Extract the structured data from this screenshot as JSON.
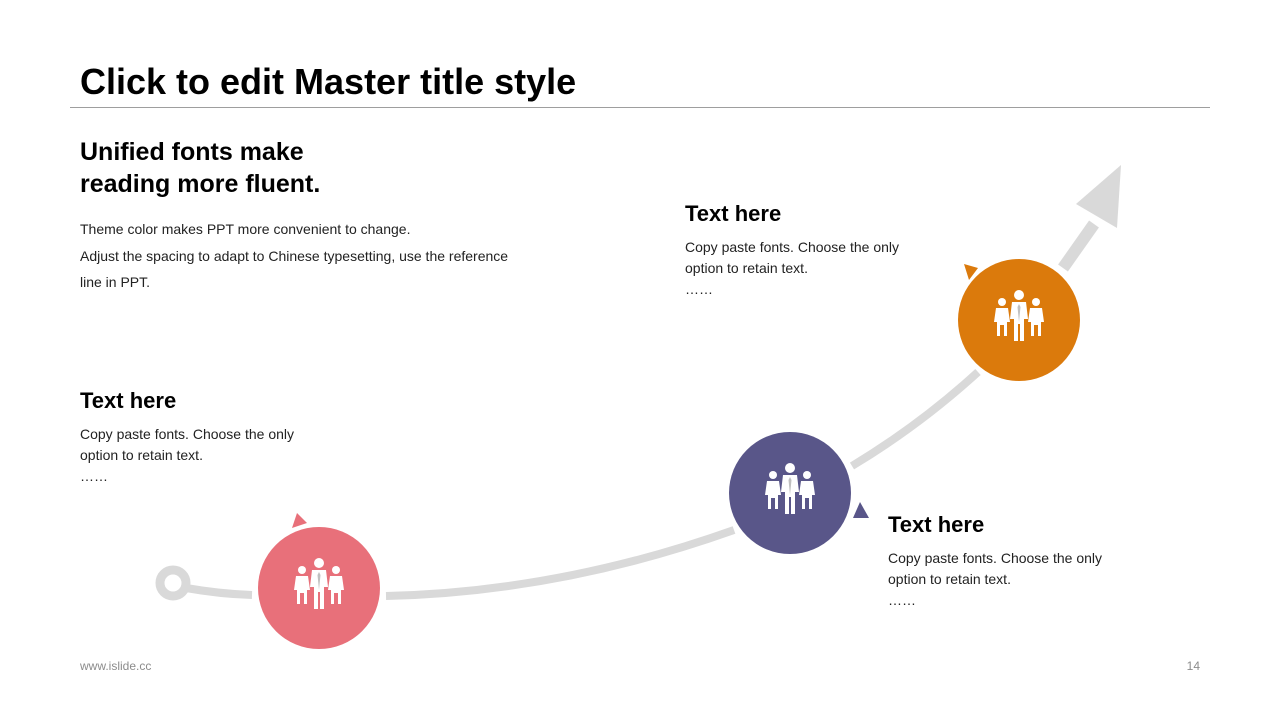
{
  "slide": {
    "title": "Click to edit Master title style",
    "intro": {
      "heading_line1": "Unified fonts make",
      "heading_line2": "reading more fluent.",
      "body_line1": "Theme color makes PPT more convenient to change.",
      "body_line2": "Adjust the spacing to adapt to Chinese typesetting, use the reference",
      "body_line3": "line in PPT."
    },
    "blocks": [
      {
        "title": "Text here",
        "line1": "Copy paste fonts. Choose the only",
        "line2": "option to retain text.",
        "line3": "……",
        "color": "#e8707a",
        "icon": "people-group-icon"
      },
      {
        "title": "Text here",
        "line1": "Copy paste fonts. Choose the only",
        "line2": "option to retain text.",
        "line3": "……",
        "color": "#db7a0c",
        "icon": "people-group-icon"
      },
      {
        "title": "Text here",
        "line1": "Copy paste fonts. Choose the only",
        "line2": "option to retain text.",
        "line3": "……",
        "color": "#595689",
        "icon": "people-group-icon"
      }
    ],
    "path_color": "#d9d9d9",
    "footer": {
      "url": "www.islide.cc",
      "page": "14"
    }
  }
}
